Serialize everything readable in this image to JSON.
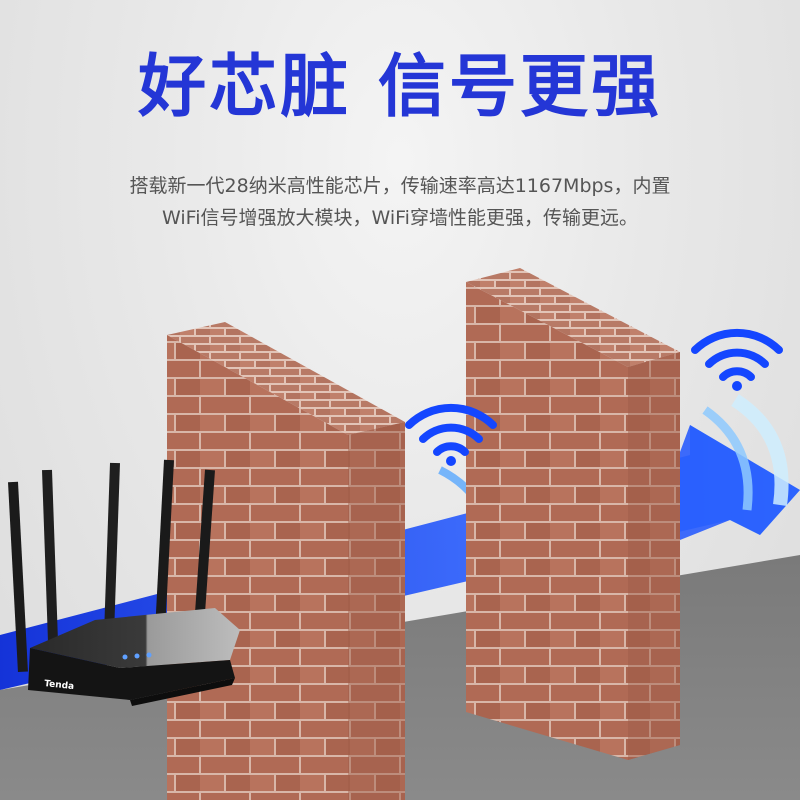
{
  "headline": "好芯脏 信号更强",
  "subtitle_line1": "搭载新一代28纳米高性能芯片，传输速率高达1167Mbps，内置",
  "subtitle_line2": "WiFi信号增强放大模块，WiFi穿墙性能更强，传输更远。",
  "router": {
    "brand": "Tenda"
  },
  "icons": [
    "wifi-icon",
    "wifi-icon"
  ],
  "colors": {
    "headline": "#2436d6",
    "brick": "#b5705a",
    "mortar": "#d9b8aa",
    "beam": "#1a4bff"
  }
}
